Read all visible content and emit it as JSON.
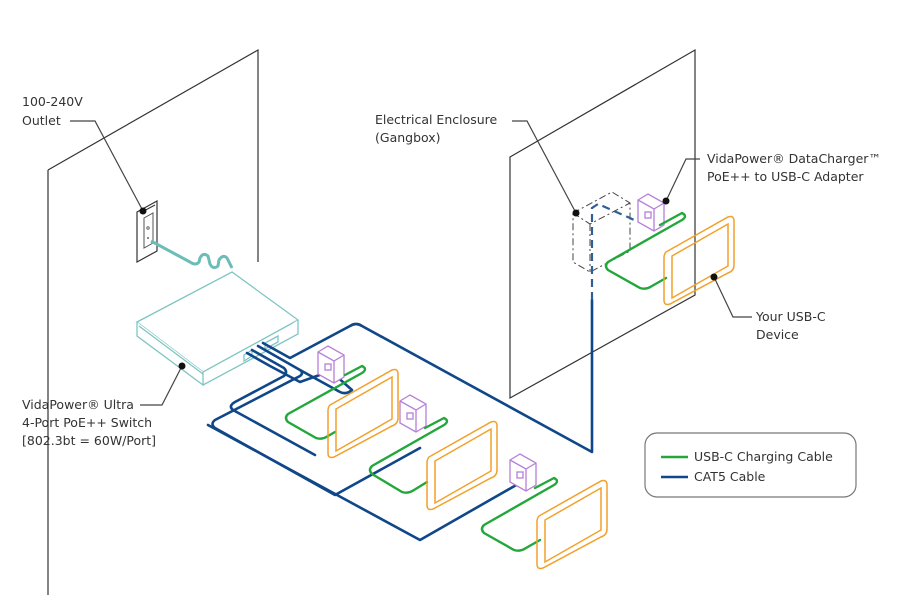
{
  "labels": {
    "outlet": [
      "100-240V",
      "Outlet"
    ],
    "enclosure": [
      "Electrical Enclosure",
      "(Gangbox)"
    ],
    "adapter": [
      "VidaPower® DataCharger™",
      "PoE++ to USB-C Adapter"
    ],
    "device": [
      "Your USB-C",
      "Device"
    ],
    "switch": [
      "VidaPower® Ultra",
      "4-Port PoE++ Switch",
      "[802.3bt = 60W/Port]"
    ]
  },
  "legend": {
    "items": [
      {
        "label": "USB-C Charging Cable",
        "color": "#22a73a"
      },
      {
        "label": "CAT5 Cable",
        "color": "#0f4788"
      }
    ]
  },
  "colors": {
    "cat5": "#0f4788",
    "usbc": "#22a73a",
    "device": "#f2a12b",
    "adapter": "#b77fd8",
    "switch": "#7ec5c3"
  }
}
